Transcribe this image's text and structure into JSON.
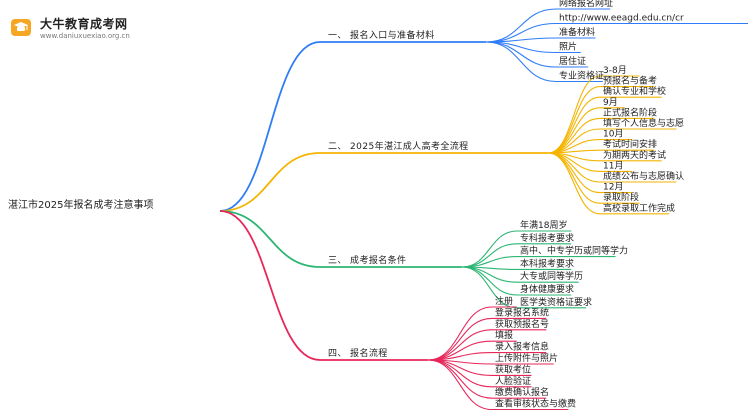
{
  "logo": {
    "icon": "graduation-cap-icon",
    "title": "大牛教育成考网",
    "url": "www.daniuxuexiao.org.cn"
  },
  "mindmap": {
    "root": "湛江市2025年报名成考注意事项",
    "branches": [
      {
        "label": "一、 报名入口与准备材料",
        "color": "#2f7df6",
        "children": [
          "网络报名网址",
          "http://www.eeagd.edu.cn/cr",
          "准备材料",
          "照片",
          "居住证",
          "专业资格证"
        ]
      },
      {
        "label": "二、 2025年湛江成人高考全流程",
        "color": "#f4b400",
        "children": [
          "3-8月",
          "预报名与备考",
          "确认专业和学校",
          "9月",
          "正式报名阶段",
          "填写个人信息与志愿",
          "10月",
          "考试时间安排",
          "为期两天的考试",
          "11月",
          "成绩公布与志愿确认",
          "12月",
          "录取阶段",
          "高校录取工作完成"
        ]
      },
      {
        "label": "三、 成考报名条件",
        "color": "#2bb673",
        "children": [
          "年满18周岁",
          "专科报考要求",
          "高中、中专学历或同等学力",
          "本科报考要求",
          "大专或同等学历",
          "身体健康要求",
          "医学类资格证要求"
        ]
      },
      {
        "label": "四、 报名流程",
        "color": "#e8265a",
        "children": [
          "注册",
          "登录报名系统",
          "获取预报名号",
          "填报",
          "录入报考信息",
          "上传附件与照片",
          "获取考位",
          "人脸验证",
          "缴费确认报名",
          "查看审核状态与缴费"
        ]
      }
    ]
  }
}
